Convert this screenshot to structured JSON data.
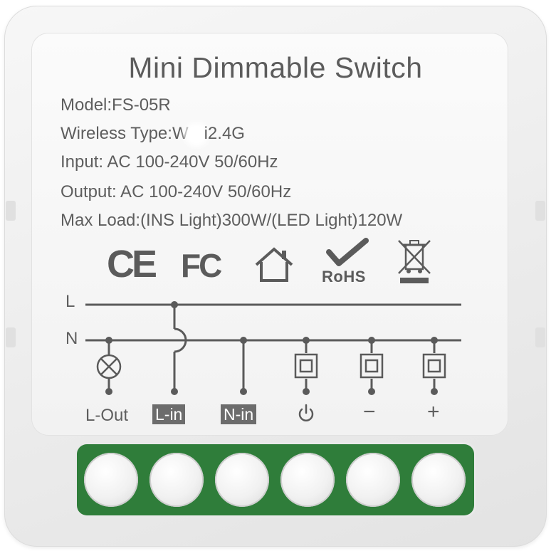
{
  "product": {
    "title": "Mini Dimmable Switch",
    "specs": {
      "model": "Model:FS-05R",
      "wireless_prefix": "Wireless Type:W",
      "wireless_suffix": "i2.4G",
      "input": "Input: AC 100-240V 50/60Hz",
      "output": "Output: AC 100-240V 50/60Hz",
      "max_load": "Max Load:(INS Light)300W/(LED Light)120W"
    }
  },
  "certifications": {
    "ce": "CE",
    "fc": "FC",
    "rohs": "RoHS"
  },
  "wiring": {
    "line_label": "L",
    "neutral_label": "N",
    "terminals": {
      "l_out": "L-Out",
      "l_in": "L-in",
      "n_in": "N-in",
      "minus": "−",
      "plus": "+"
    }
  },
  "icons": {
    "power": "power-icon",
    "house": "house-icon",
    "bin": "crossed-bin-icon",
    "lamp": "lamp-icon",
    "check": "checkmark-icon"
  },
  "colors": {
    "housing": "#ececec",
    "text": "#5e5e5e",
    "terminal_green": "#2f7d3a",
    "label_box": "#6c6c6c"
  }
}
